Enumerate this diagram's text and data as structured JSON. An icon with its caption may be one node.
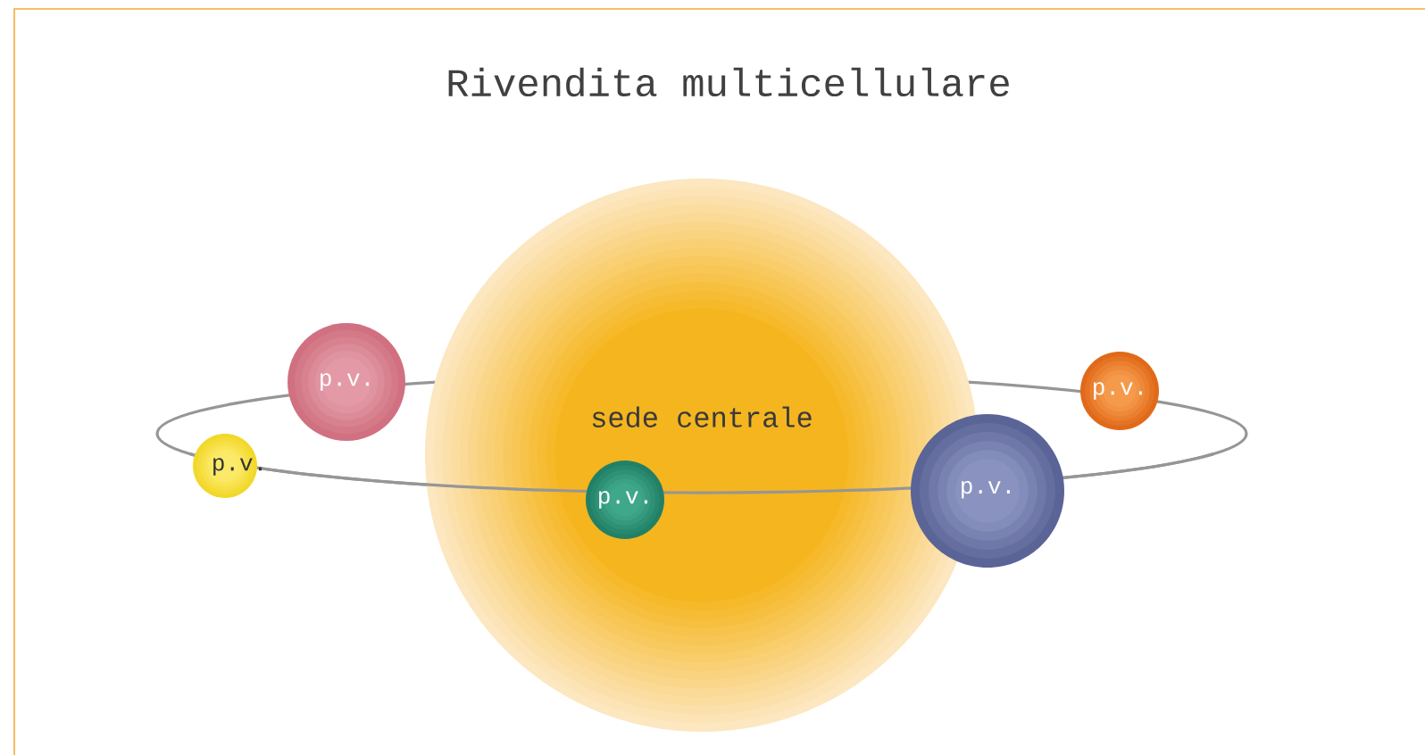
{
  "diagram": {
    "title": "Rivendita multicellulare",
    "nodes": [
      {
        "text": [
          "sede centrale"
        ]
      },
      {
        "text": [
          "p.v."
        ]
      },
      {
        "text": [
          "p.v."
        ]
      },
      {
        "text": [
          "p.v."
        ],
        "in": 0
      },
      {
        "text": [
          "p.v."
        ]
      },
      {
        "text": [
          "p.v."
        ]
      }
    ]
  }
}
